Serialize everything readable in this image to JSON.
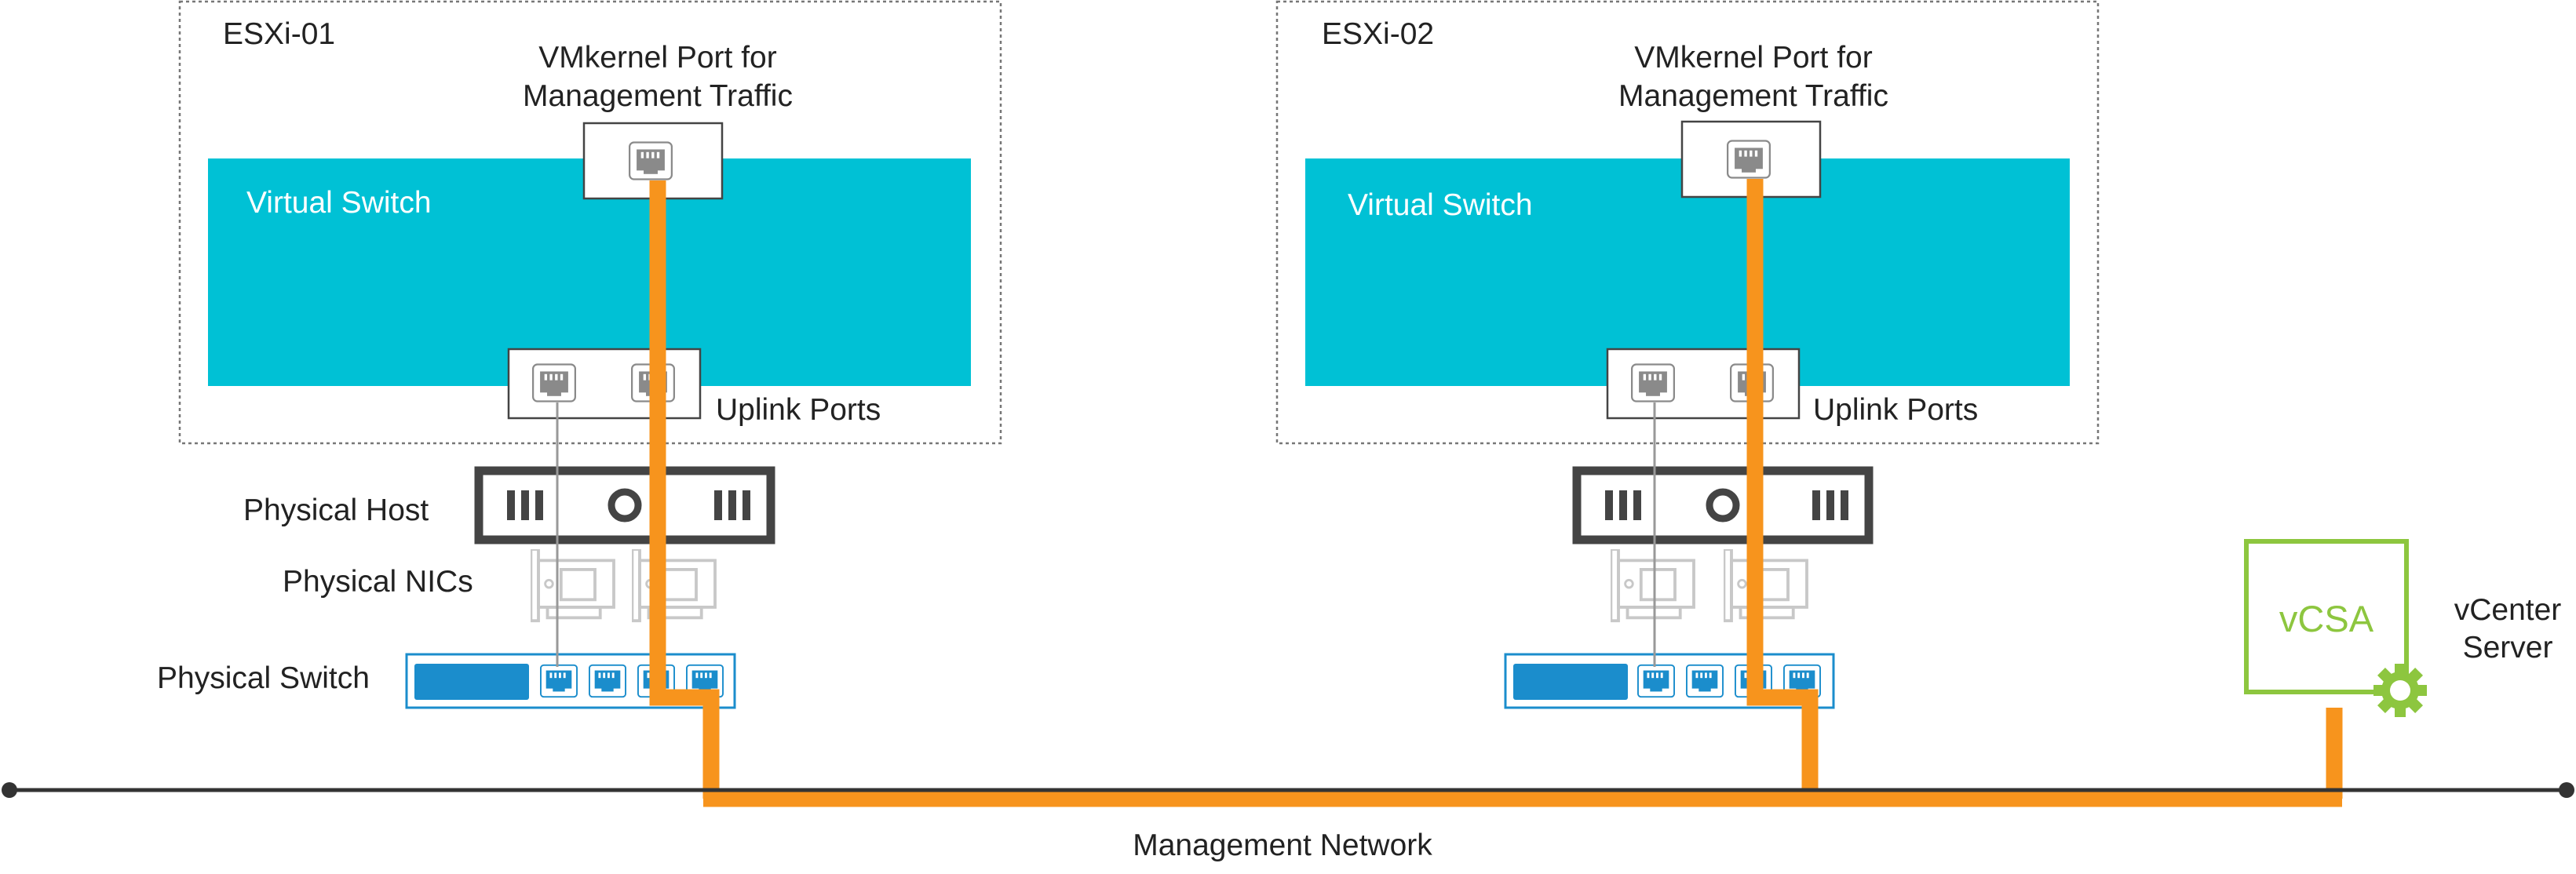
{
  "colors": {
    "switch": "#00C1D5",
    "host_box_border": "#777777",
    "mgmt_link": "#F7941D",
    "physical_switch": "#1B8DCC",
    "vcsa": "#8DC63F",
    "network_line": "#333333",
    "nic": "#C8C8C8"
  },
  "hosts": [
    {
      "name": "ESXi-01",
      "vmkernel_label_line1": "VMkernel Port for",
      "vmkernel_label_line2": "Management Traffic",
      "vswitch_label": "Virtual Switch",
      "uplink_label": "Uplink Ports"
    },
    {
      "name": "ESXi-02",
      "vmkernel_label_line1": "VMkernel Port for",
      "vmkernel_label_line2": "Management Traffic",
      "vswitch_label": "Virtual Switch",
      "uplink_label": "Uplink Ports"
    }
  ],
  "labels": {
    "physical_host": "Physical Host",
    "physical_nics": "Physical NICs",
    "physical_switch": "Physical Switch",
    "management_network": "Management Network"
  },
  "vcenter": {
    "badge": "vCSA",
    "label_line1": "vCenter",
    "label_line2": "Server"
  },
  "icons": [
    "ethernet-port-icon",
    "server-chassis-icon",
    "nic-card-icon",
    "gear-icon"
  ]
}
